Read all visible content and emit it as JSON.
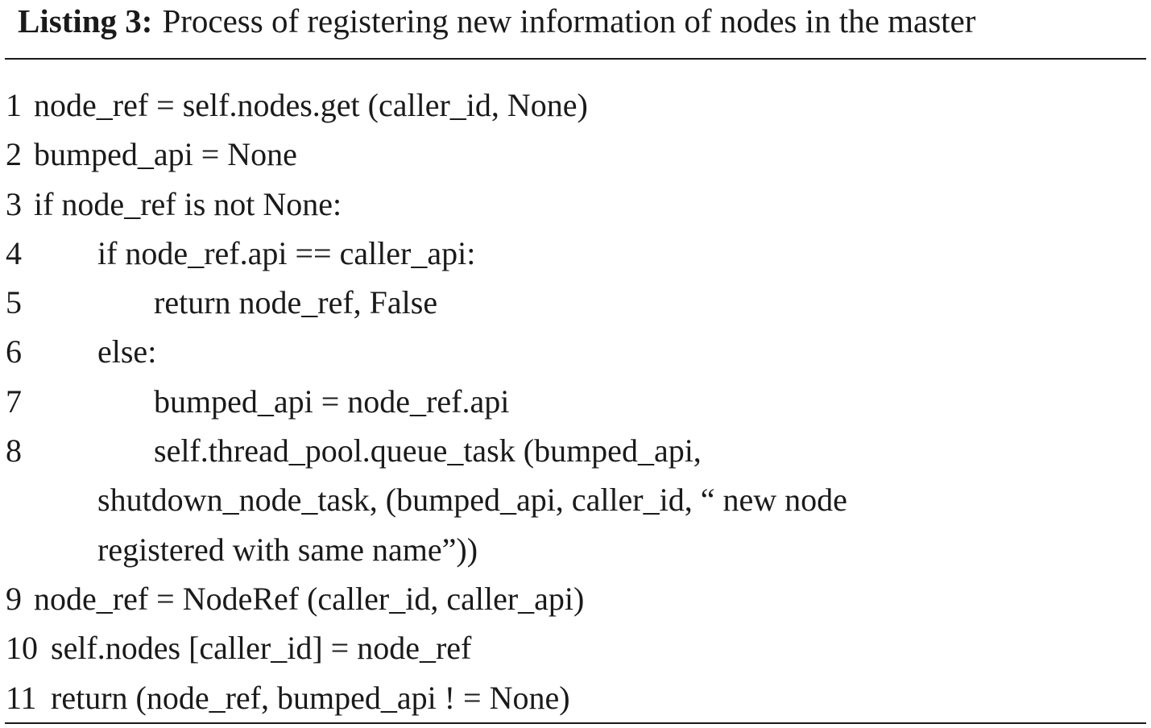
{
  "caption": {
    "label": "Listing 3:",
    "text": "Process of registering new information of nodes in the master"
  },
  "lines": [
    {
      "num": "1",
      "text": "node_ref = self.nodes.get (caller_id, None)"
    },
    {
      "num": "2",
      "text": "bumped_api = None"
    },
    {
      "num": "3",
      "text": "if node_ref is not None:"
    },
    {
      "num": "4",
      "text": "if node_ref.api == caller_api:"
    },
    {
      "num": "5",
      "text": "return node_ref, False"
    },
    {
      "num": "6",
      "text": "else:"
    },
    {
      "num": "7",
      "text": "bumped_api = node_ref.api"
    },
    {
      "num": "8",
      "text": "self.thread_pool.queue_task (bumped_api,"
    },
    {
      "num": "",
      "text": "shutdown_node_task, (bumped_api, caller_id, “ new node"
    },
    {
      "num": "",
      "text": "registered with same name”))"
    },
    {
      "num": "9",
      "text": "node_ref = NodeRef (caller_id, caller_api)"
    },
    {
      "num": "10",
      "text": "self.nodes [caller_id] = node_ref"
    },
    {
      "num": "11",
      "text": "return (node_ref, bumped_api ! = None)"
    }
  ]
}
